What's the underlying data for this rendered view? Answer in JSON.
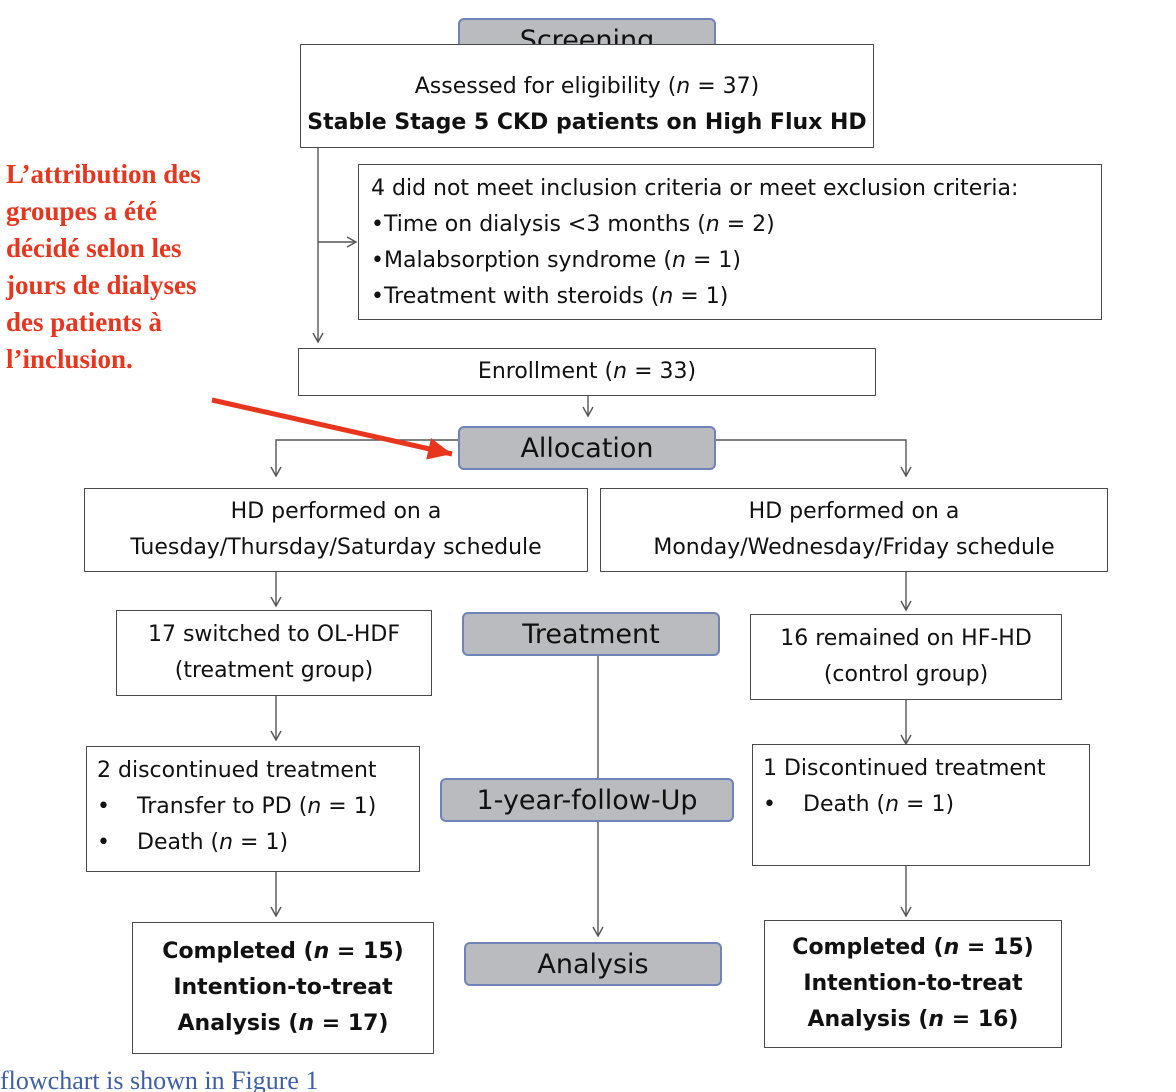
{
  "stages": {
    "screening": "Screening",
    "allocation": "Allocation",
    "treatment": "Treatment",
    "followup": "1-year-follow-Up",
    "analysis": "Analysis"
  },
  "eligibility": {
    "assessed_pre": "Assessed for eligibility (",
    "n": "n",
    "assessed_post": " = 37)",
    "population": "Stable Stage 5 CKD patients on High Flux HD"
  },
  "exclusion": {
    "title": "4 did not meet inclusion criteria or meet exclusion criteria:",
    "items": [
      {
        "pre": "•Time on dialysis <3 months (",
        "post": " = 2)"
      },
      {
        "pre": "•Malabsorption syndrome (",
        "post": " = 1)"
      },
      {
        "pre": "•Treatment with steroids (",
        "post": " = 1)"
      }
    ]
  },
  "enrollment": {
    "pre": "Enrollment (",
    "post": " = 33)"
  },
  "annotation": "L’attribution des\ngroupes a été\ndécidé selon les\njours de dialyses\ndes patients à\nl’inclusion.",
  "left_arm": {
    "schedule_1": "HD performed on a",
    "schedule_2": "Tuesday/Thursday/Saturday  schedule",
    "treat_1": "17 switched to OL-HDF",
    "treat_2": "(treatment group)",
    "disc_title": "2 discontinued treatment",
    "disc_items": [
      {
        "pre": "Transfer to PD (",
        "post": " = 1)"
      },
      {
        "pre": "Death (",
        "post": " = 1)"
      }
    ],
    "completed_pre": "Completed (",
    "completed_post": " = 15)",
    "itt_1": "Intention-to-treat",
    "itt_2_pre": "Analysis (",
    "itt_2_post": " = 17)"
  },
  "right_arm": {
    "schedule_1": "HD performed on a",
    "schedule_2": "Monday/Wednesday/Friday  schedule",
    "treat_1": "16  remained on HF-HD",
    "treat_2": "(control group)",
    "disc_title": "1 Discontinued treatment",
    "disc_items": [
      {
        "pre": "Death (",
        "post": " = 1)"
      }
    ],
    "completed_pre": "Completed (",
    "completed_post": " = 15)",
    "itt_1": "Intention-to-",
    "itt_1b": "treat",
    "itt_2_pre": "Analysis (",
    "itt_2_post": " = 16)"
  },
  "bullet": "•",
  "footer": "flowchart is shown in Figure 1"
}
